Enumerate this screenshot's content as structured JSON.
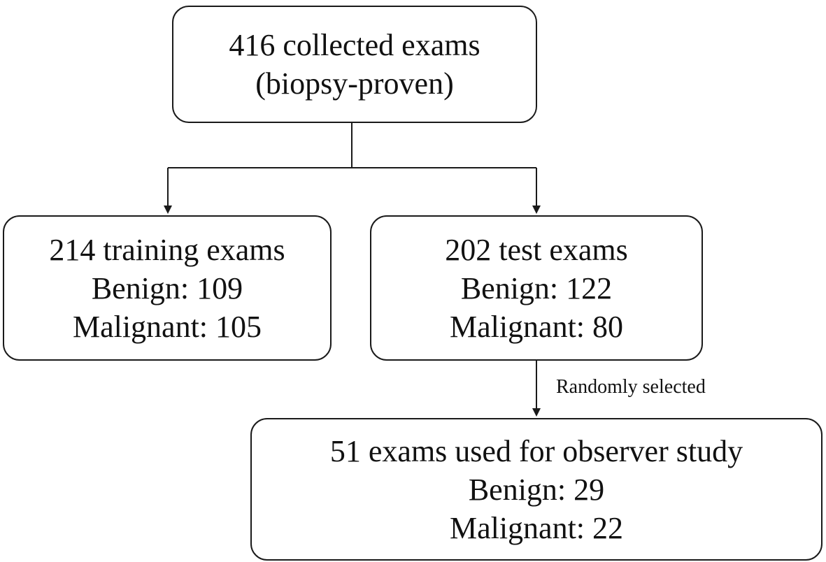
{
  "nodes": {
    "collected": {
      "lines": [
        "416 collected exams",
        "(biopsy-proven)"
      ]
    },
    "training": {
      "lines": [
        "214 training exams",
        "Benign: 109",
        "Malignant: 105"
      ]
    },
    "test": {
      "lines": [
        "202 test exams",
        "Benign: 122",
        "Malignant: 80"
      ]
    },
    "observer": {
      "lines": [
        "51 exams used for observer study",
        "Benign: 29",
        "Malignant: 22"
      ]
    }
  },
  "edges": {
    "test_to_observer": {
      "label": "Randomly selected"
    }
  }
}
